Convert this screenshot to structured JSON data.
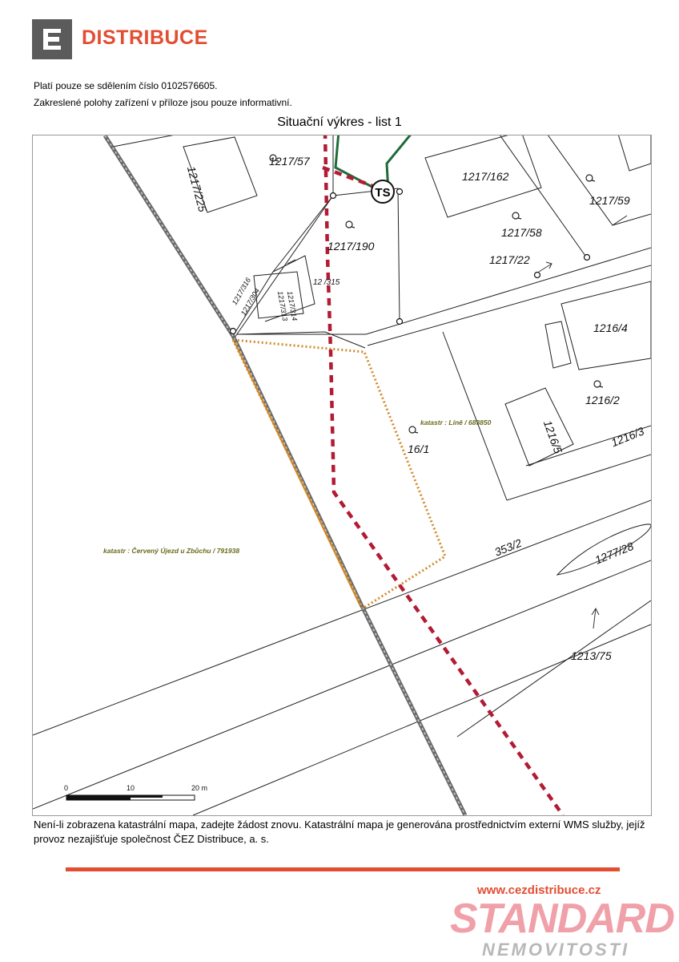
{
  "header": {
    "logo_text": "DISTRIBUCE",
    "brand_color": "#e34d32",
    "logo_box_color": "#5b5b5b"
  },
  "notes": {
    "line1": "Platí pouze se sdělením číslo 0102576605.",
    "line2": "Zakreslené polohy zařízení v příloze jsou pouze informativní."
  },
  "title": "Situační výkres - list 1",
  "map": {
    "parcel_labels": [
      "1217/57",
      "1217/225",
      "1217/162",
      "1217/59",
      "1217/58",
      "1217/190",
      "1217/22",
      "1217/316",
      "1217/304",
      "1217/314",
      "1217/313",
      "12  /315",
      "1216/4",
      "1216/2",
      "1216/5",
      "1216/3",
      "16/1",
      "353/2",
      "1277/28",
      "1213/75"
    ],
    "cadastre_labels": [
      "katastr : Líně / 683850",
      "katastr : Červený Újezd u Zbůchu / 791938"
    ],
    "station_label": "TS",
    "scale": {
      "labels": [
        "0",
        "10",
        "20 m"
      ]
    },
    "colors": {
      "cable": "#b31b34",
      "boundary": "#d18a2a",
      "railway": "#6a6a6a",
      "green_line": "#1f6b3a"
    }
  },
  "footer": {
    "note": "Není-li zobrazena katastrální mapa, zadejte žádost znovu. Katastrální mapa je generována prostřednictvím externí WMS služby, jejíž provoz nezajišťuje společnost ČEZ Distribuce, a. s.",
    "website": "www.cezdistribuce.cz",
    "brand_line1": "STANDARD",
    "brand_line2": "NEMOVITOSTI"
  }
}
